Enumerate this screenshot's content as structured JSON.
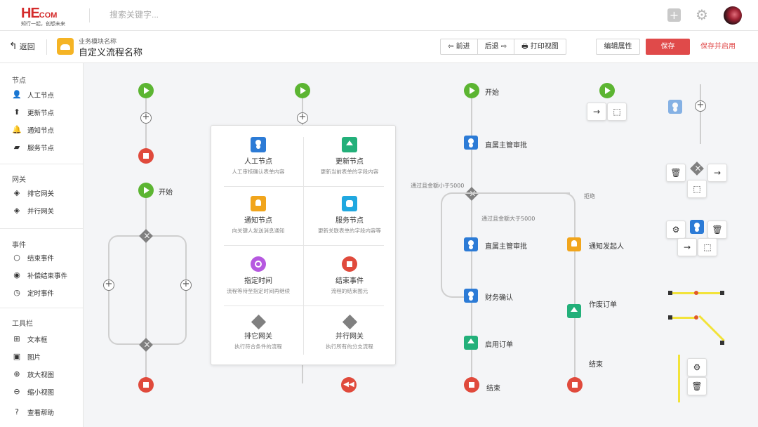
{
  "header": {
    "logo_text": "HE",
    "logo_small": "COM",
    "logo_slogan": "知行一起，创想未来",
    "search_placeholder": "搜索关键字..."
  },
  "toolbar": {
    "back_label": "返回",
    "module_name": "业务模块名称",
    "flow_name": "自定义流程名称",
    "forward_label": "前进",
    "backward_label": "后退",
    "print_label": "打印视图",
    "edit_label": "编辑属性",
    "save_label": "保存",
    "save_enable_label": "保存并启用"
  },
  "sidebar": {
    "nodes_title": "节点",
    "nodes": [
      "人工节点",
      "更新节点",
      "通知节点",
      "服务节点"
    ],
    "gateways_title": "网关",
    "gateways": [
      "排它网关",
      "并行网关"
    ],
    "events_title": "事件",
    "events": [
      "结束事件",
      "补偿结束事件",
      "定时事件"
    ],
    "tools_title": "工具栏",
    "tools": [
      "文本框",
      "图片",
      "放大视图",
      "缩小视图",
      "查看帮助"
    ]
  },
  "canvas": {
    "start_label": "开始",
    "panel": [
      {
        "title": "人工节点",
        "desc": "人工审核确认表单内容"
      },
      {
        "title": "更新节点",
        "desc": "更新当前表单的字段内容"
      },
      {
        "title": "通知节点",
        "desc": "向关键人发送消息通知"
      },
      {
        "title": "服务节点",
        "desc": "更新关联表单的字段内容等"
      },
      {
        "title": "指定时间",
        "desc": "流程等待至指定时间再继续"
      },
      {
        "title": "结束事件",
        "desc": "流程的结束图元"
      },
      {
        "title": "排它网关",
        "desc": "执行符合条件的流程"
      },
      {
        "title": "并行网关",
        "desc": "执行所有的分支流程"
      }
    ],
    "flow": {
      "start": "开始",
      "supervisor": "直属主管审批",
      "cond_less": "通过且金额小于5000",
      "cond_more": "通过且金额大于5000",
      "reject": "拒绝",
      "supervisor2": "直属主管审批",
      "notify": "通知发起人",
      "finance": "财务确认",
      "void": "作废订单",
      "enable": "启用订单",
      "end_left": "结束",
      "end_right": "结束"
    }
  },
  "colors": {
    "accent_red": "#e04a4a",
    "start_green": "#5cb532",
    "end_red": "#e04a3c",
    "node_blue": "#2c7bd6",
    "node_green": "#23b07a",
    "node_orange": "#f1a51c",
    "connector_yellow": "#f2e33a"
  }
}
